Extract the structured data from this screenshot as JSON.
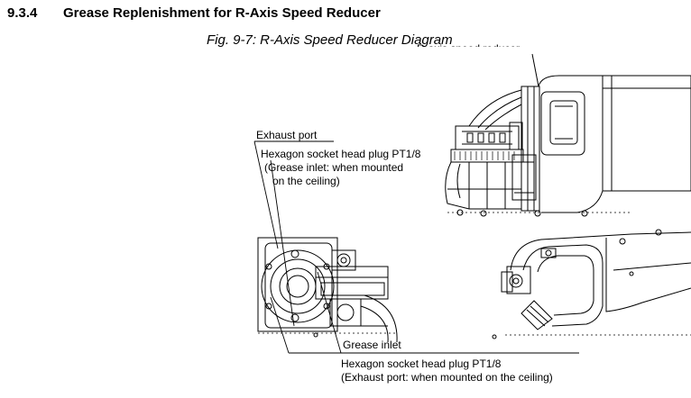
{
  "section": {
    "number": "9.3.4",
    "title": "Grease Replenishment for R-Axis Speed Reducer"
  },
  "figure": {
    "caption": "Fig. 9-7: R-Axis Speed Reducer Diagram",
    "labels": {
      "top_callout": "R-axis speed reducer",
      "exhaust_port": "Exhaust port",
      "plug_top_line1": "Hexagon socket head plug PT1/8",
      "plug_top_line2": "(Grease inlet: when mounted",
      "plug_top_line3": "on the ceiling)",
      "grease_inlet": "Grease inlet",
      "plug_bottom_line1": "Hexagon socket head plug PT1/8",
      "plug_bottom_line2": "(Exhaust port: when mounted on the ceiling)"
    }
  }
}
